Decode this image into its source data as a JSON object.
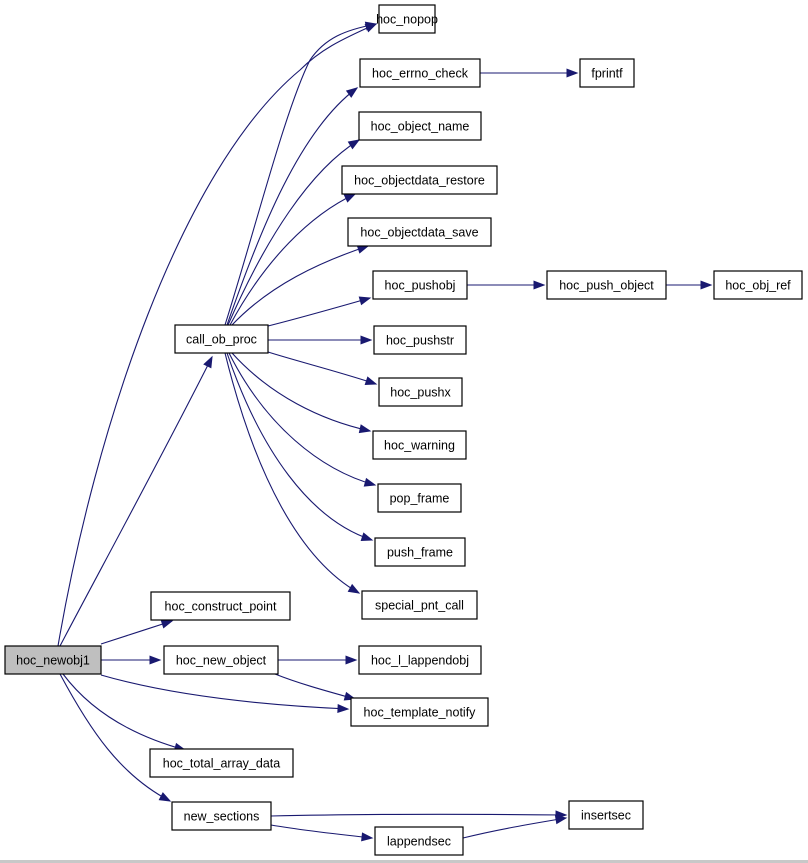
{
  "diagram": {
    "root": "hoc_newobj1",
    "nodes": [
      {
        "id": "hoc_newobj1",
        "label": "hoc_newobj1"
      },
      {
        "id": "call_ob_proc",
        "label": "call_ob_proc"
      },
      {
        "id": "hoc_nopop",
        "label": "hoc_nopop"
      },
      {
        "id": "hoc_errno_check",
        "label": "hoc_errno_check"
      },
      {
        "id": "fprintf",
        "label": "fprintf"
      },
      {
        "id": "hoc_object_name",
        "label": "hoc_object_name"
      },
      {
        "id": "hoc_objectdata_restore",
        "label": "hoc_objectdata_restore"
      },
      {
        "id": "hoc_objectdata_save",
        "label": "hoc_objectdata_save"
      },
      {
        "id": "hoc_pushobj",
        "label": "hoc_pushobj"
      },
      {
        "id": "hoc_push_object",
        "label": "hoc_push_object"
      },
      {
        "id": "hoc_obj_ref",
        "label": "hoc_obj_ref"
      },
      {
        "id": "hoc_pushstr",
        "label": "hoc_pushstr"
      },
      {
        "id": "hoc_pushx",
        "label": "hoc_pushx"
      },
      {
        "id": "hoc_warning",
        "label": "hoc_warning"
      },
      {
        "id": "pop_frame",
        "label": "pop_frame"
      },
      {
        "id": "push_frame",
        "label": "push_frame"
      },
      {
        "id": "special_pnt_call",
        "label": "special_pnt_call"
      },
      {
        "id": "hoc_construct_point",
        "label": "hoc_construct_point"
      },
      {
        "id": "hoc_new_object",
        "label": "hoc_new_object"
      },
      {
        "id": "hoc_l_lappendobj",
        "label": "hoc_l_lappendobj"
      },
      {
        "id": "hoc_template_notify",
        "label": "hoc_template_notify"
      },
      {
        "id": "hoc_total_array_data",
        "label": "hoc_total_array_data"
      },
      {
        "id": "new_sections",
        "label": "new_sections"
      },
      {
        "id": "insertsec",
        "label": "insertsec"
      },
      {
        "id": "lappendsec",
        "label": "lappendsec"
      }
    ],
    "edges": [
      {
        "from": "hoc_newobj1",
        "to": "hoc_nopop"
      },
      {
        "from": "hoc_newobj1",
        "to": "call_ob_proc"
      },
      {
        "from": "hoc_newobj1",
        "to": "hoc_construct_point"
      },
      {
        "from": "hoc_newobj1",
        "to": "hoc_new_object"
      },
      {
        "from": "hoc_newobj1",
        "to": "hoc_template_notify"
      },
      {
        "from": "hoc_newobj1",
        "to": "hoc_total_array_data"
      },
      {
        "from": "hoc_newobj1",
        "to": "new_sections"
      },
      {
        "from": "call_ob_proc",
        "to": "hoc_nopop"
      },
      {
        "from": "call_ob_proc",
        "to": "hoc_errno_check"
      },
      {
        "from": "call_ob_proc",
        "to": "hoc_object_name"
      },
      {
        "from": "call_ob_proc",
        "to": "hoc_objectdata_restore"
      },
      {
        "from": "call_ob_proc",
        "to": "hoc_objectdata_save"
      },
      {
        "from": "call_ob_proc",
        "to": "hoc_pushobj"
      },
      {
        "from": "call_ob_proc",
        "to": "hoc_pushstr"
      },
      {
        "from": "call_ob_proc",
        "to": "hoc_pushx"
      },
      {
        "from": "call_ob_proc",
        "to": "hoc_warning"
      },
      {
        "from": "call_ob_proc",
        "to": "pop_frame"
      },
      {
        "from": "call_ob_proc",
        "to": "push_frame"
      },
      {
        "from": "call_ob_proc",
        "to": "special_pnt_call"
      },
      {
        "from": "hoc_errno_check",
        "to": "fprintf"
      },
      {
        "from": "hoc_pushobj",
        "to": "hoc_push_object"
      },
      {
        "from": "hoc_push_object",
        "to": "hoc_obj_ref"
      },
      {
        "from": "hoc_new_object",
        "to": "hoc_l_lappendobj"
      },
      {
        "from": "hoc_new_object",
        "to": "hoc_template_notify"
      },
      {
        "from": "new_sections",
        "to": "insertsec"
      },
      {
        "from": "new_sections",
        "to": "lappendsec"
      },
      {
        "from": "lappendsec",
        "to": "insertsec"
      }
    ]
  }
}
